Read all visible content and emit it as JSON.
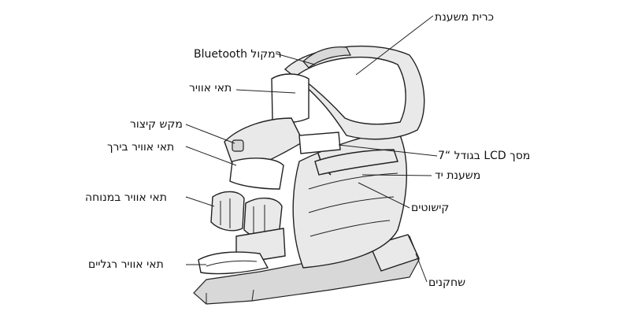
{
  "labels": {
    "pillow": "כרית משענת",
    "bluetooth_speaker": "רמקול Bluetooth",
    "air_cells_shoulder": "תאי אוויר",
    "quick_key": "מקש קיצור",
    "air_cells_hip": "תאי אוויר בירך",
    "air_cells_armrest": "תאי אוויר במנוחה",
    "air_cells_feet": "תאי אוויר רגליים",
    "lcd_screen": "מסך LCD בגודל “7",
    "arm_rest": "משענת יד",
    "decoration": "קישוטים",
    "casters": "שחקנים"
  }
}
